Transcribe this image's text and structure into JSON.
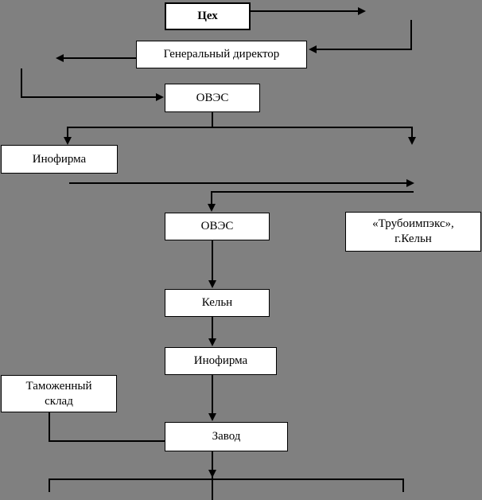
{
  "diagram": {
    "title": "export-supply-chain-flowchart",
    "colors": {
      "background": "#808080",
      "box_fill": "#ffffff",
      "line": "#000000"
    },
    "nodes": {
      "tsekh": {
        "label": "Цех"
      },
      "general_director": {
        "label": "Генеральный директор"
      },
      "oves1": {
        "label": "ОВЭС"
      },
      "inofirma1": {
        "label": "Инофирма"
      },
      "oves2": {
        "label": "ОВЭС"
      },
      "truboimpex": {
        "line1": "«Трубоимпэкс»,",
        "line2": "г.Кельн"
      },
      "keln": {
        "label": "Кельн"
      },
      "inofirma2": {
        "label": "Инофирма"
      },
      "customs": {
        "line1": "Таможенный",
        "line2": "склад"
      },
      "zavod": {
        "label": "Завод"
      }
    }
  }
}
